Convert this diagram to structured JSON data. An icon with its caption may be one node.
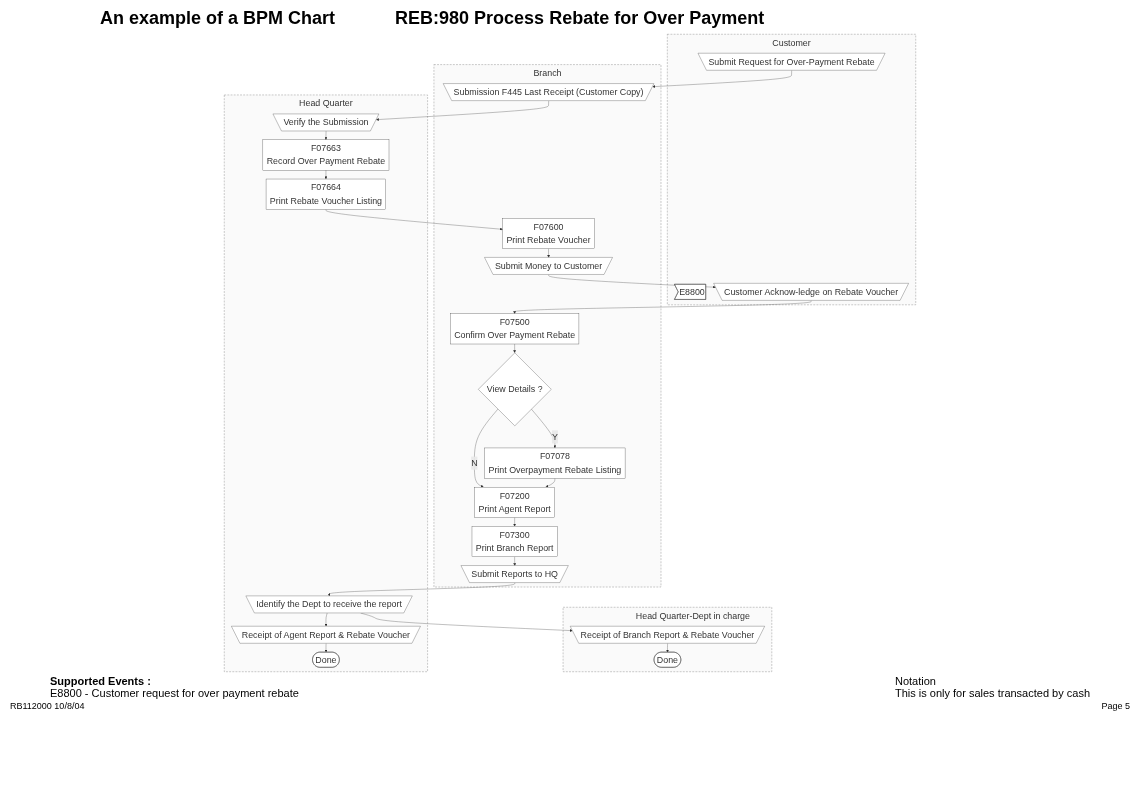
{
  "diagram": {
    "title": "An example of a BPM Chart",
    "nodes": [
      {
        "text": [
          "Customer"
        ]
      },
      {
        "text": [
          "E8800"
        ],
        "in": 0
      },
      {
        "text": [
          "Submit Request for Over-Payment Rebate"
        ],
        "in": 0
      },
      {
        "text": [
          "Customer Acknow-ledge on Rebate Voucher"
        ],
        "in": 0
      },
      {
        "text": [
          "Branch"
        ]
      },
      {
        "text": [
          "Submission F445 Last Receipt (Customer Copy)"
        ],
        "in": 4
      },
      {
        "text": [
          "Submit Money to Customer"
        ],
        "in": 4
      },
      {
        "text": [
          "F07500",
          "Confirm Over Payment Rebate"
        ],
        "in": 4
      },
      {
        "text": [
          "View Details ?"
        ],
        "in": 4
      },
      {
        "text": [
          "F07078",
          "Print Overpayment Rebate Listing"
        ],
        "in": 4
      },
      {
        "text": [
          "F07200",
          "Print Agent Report"
        ],
        "in": 4
      },
      {
        "text": [
          "F07600",
          "Print Rebate Voucher"
        ],
        "in": 4
      },
      {
        "text": [
          "F07300",
          "Print Branch Report"
        ],
        "in": 4
      },
      {
        "text": [
          "Submit Reports to HQ"
        ],
        "in": 4
      },
      {
        "text": [
          "Head Quarter"
        ]
      },
      {
        "text": [
          "Verify the Submission"
        ],
        "in": 14
      },
      {
        "text": [
          "F07663",
          "Record Over Payment Rebate"
        ],
        "in": 14
      },
      {
        "text": [
          "F07664",
          "Print Rebate Voucher Listing"
        ],
        "in": 14
      },
      {
        "text": [
          "Receipt of Agent Report & Rebate Voucher"
        ],
        "in": 14
      },
      {
        "text": [
          "Identify the Dept to receive the report"
        ],
        "in": 14
      },
      {
        "text": [
          "Done"
        ],
        "in": 14
      },
      {
        "text": [
          "Head Quarter-Dept in charge"
        ]
      },
      {
        "text": [
          "Receipt of Branch Report & Rebate Voucher"
        ],
        "in": 21
      },
      {
        "text": [
          "Done"
        ],
        "in": 21
      }
    ],
    "edges": [
      {
        "from": 2,
        "to": 5,
        "arrow": "to"
      },
      {
        "from": 5,
        "to": 15,
        "arrow": "to"
      },
      {
        "from": 15,
        "to": 16,
        "arrow": "to"
      },
      {
        "from": 16,
        "to": 17,
        "arrow": "to"
      },
      {
        "from": 17,
        "to": 11,
        "arrow": "to"
      },
      {
        "from": 11,
        "to": 6,
        "arrow": "to"
      },
      {
        "from": 6,
        "to": 3,
        "arrow": "to"
      },
      {
        "from": 3,
        "to": 7,
        "arrow": "to"
      },
      {
        "from": 7,
        "to": 8,
        "arrow": "to"
      },
      {
        "from": 8,
        "to": 9,
        "label": "Y",
        "arrow": "to"
      },
      {
        "from": 8,
        "to": 10,
        "label": "N",
        "arrow": "to"
      },
      {
        "from": 9,
        "to": 10,
        "arrow": "to"
      },
      {
        "from": 10,
        "to": 12,
        "arrow": "to"
      },
      {
        "from": 12,
        "to": 13,
        "arrow": "to"
      },
      {
        "from": 13,
        "to": 19,
        "arrow": "to"
      },
      {
        "from": 19,
        "to": 18,
        "arrow": "to"
      },
      {
        "from": 18,
        "to": 20,
        "arrow": "to"
      },
      {
        "from": 19,
        "to": 22,
        "arrow": "to"
      },
      {
        "from": 22,
        "to": 23,
        "arrow": "to"
      }
    ],
    "labels": [
      "REB:980 Process Rebate for Over Payment",
      "Supported Events :",
      "E8800 - Customer request for over payment rebate",
      "Notation",
      "This is only for sales transacted by cash",
      "RB112000 10/8/04",
      "Page 5"
    ]
  }
}
